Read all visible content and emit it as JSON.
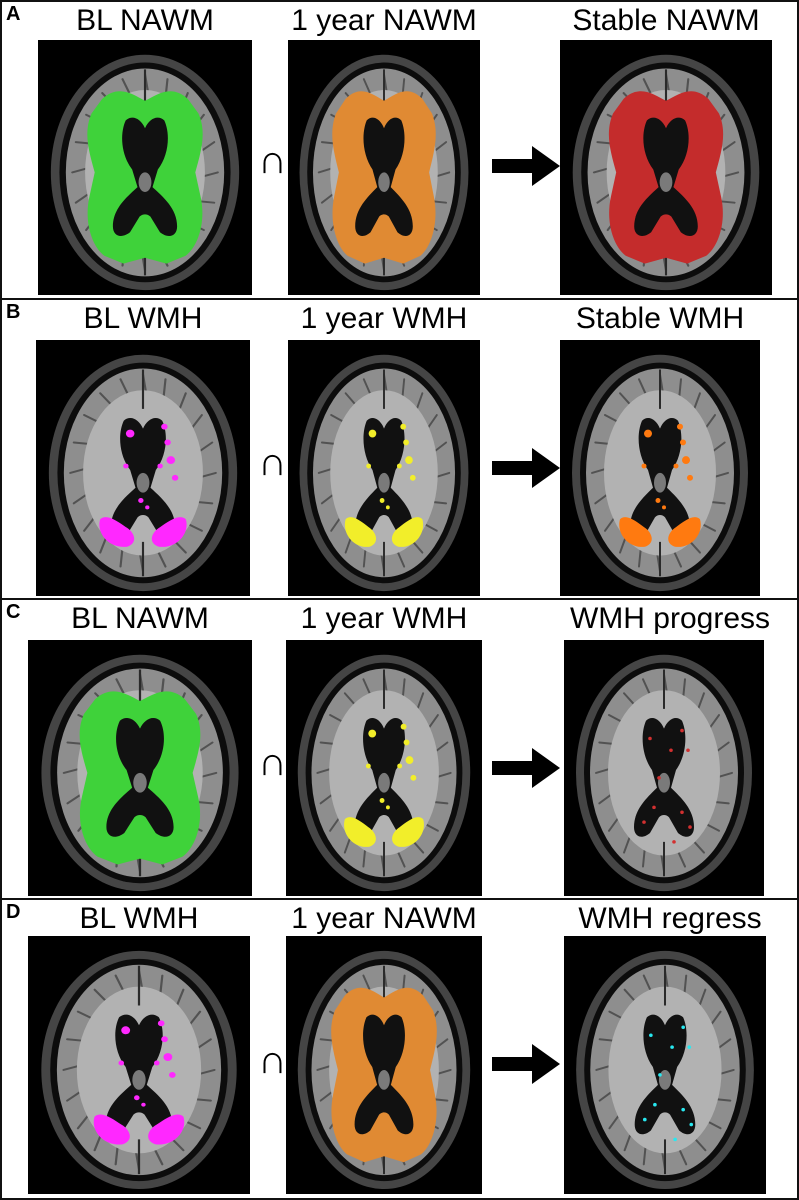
{
  "colors": {
    "nawm_baseline": "#3fd23a",
    "nawm_1year": "#e08a33",
    "nawm_stable": "#c42c2c",
    "wmh_baseline": "#ff28ff",
    "wmh_1year": "#f2ee2a",
    "wmh_stable": "#ff7a10",
    "wmh_progress": "#d23030",
    "wmh_regress": "#28e8f0"
  },
  "rows": [
    {
      "letter": "A",
      "operator": "∩",
      "panels": [
        {
          "title": "BL NAWM",
          "overlay": "nawm",
          "color_key": "nawm_baseline"
        },
        {
          "title": "1 year NAWM",
          "overlay": "nawm",
          "color_key": "nawm_1year"
        },
        {
          "title": "Stable NAWM",
          "overlay": "nawm",
          "color_key": "nawm_stable"
        }
      ]
    },
    {
      "letter": "B",
      "operator": "∩",
      "panels": [
        {
          "title": "BL WMH",
          "overlay": "wmh",
          "color_key": "wmh_baseline"
        },
        {
          "title": "1 year WMH",
          "overlay": "wmh",
          "color_key": "wmh_1year"
        },
        {
          "title": "Stable WMH",
          "overlay": "wmh",
          "color_key": "wmh_stable"
        }
      ]
    },
    {
      "letter": "C",
      "operator": "∩",
      "panels": [
        {
          "title": "BL NAWM",
          "overlay": "nawm",
          "color_key": "nawm_baseline"
        },
        {
          "title": "1 year WMH",
          "overlay": "wmh",
          "color_key": "wmh_1year"
        },
        {
          "title": "WMH progress",
          "overlay": "dots",
          "color_key": "wmh_progress"
        }
      ]
    },
    {
      "letter": "D",
      "operator": "∩",
      "panels": [
        {
          "title": "BL WMH",
          "overlay": "wmh",
          "color_key": "wmh_baseline"
        },
        {
          "title": "1 year NAWM",
          "overlay": "nawm",
          "color_key": "nawm_1year"
        },
        {
          "title": "WMH regress",
          "overlay": "dots",
          "color_key": "wmh_regress"
        }
      ]
    }
  ]
}
